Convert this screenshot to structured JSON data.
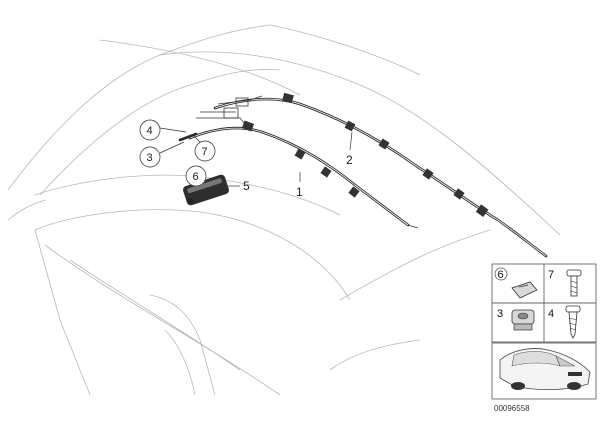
{
  "diagram": {
    "callouts": [
      {
        "id": "c1",
        "label": "1",
        "kind": "plain"
      },
      {
        "id": "c2",
        "label": "2",
        "kind": "plain"
      },
      {
        "id": "c4",
        "label": "4",
        "kind": "circle"
      },
      {
        "id": "c3",
        "label": "3",
        "kind": "circle"
      },
      {
        "id": "c7",
        "label": "7",
        "kind": "circle"
      },
      {
        "id": "c6",
        "label": "6",
        "kind": "circle"
      },
      {
        "id": "c5",
        "label": "5",
        "kind": "plain"
      }
    ],
    "parts_table": [
      {
        "label": "6"
      },
      {
        "label": "7"
      },
      {
        "label": "3"
      },
      {
        "label": "4"
      }
    ],
    "diagram_code": "00096558"
  }
}
